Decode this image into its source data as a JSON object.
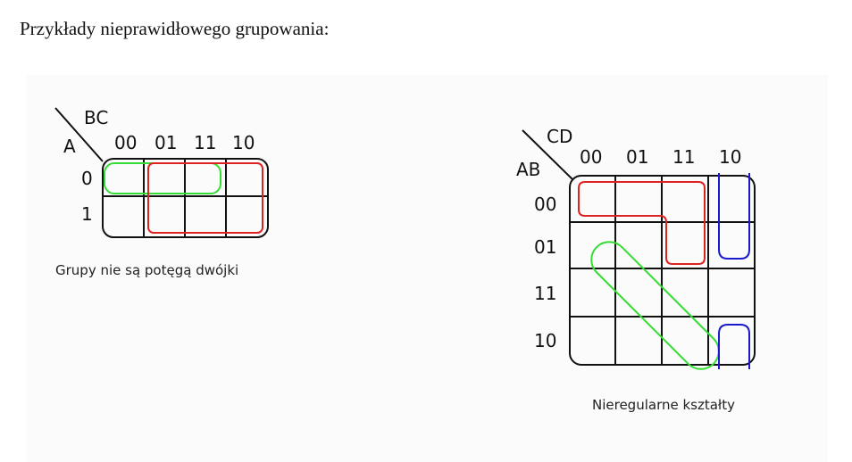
{
  "heading": "Przykłady nieprawidłowego grupowania:",
  "map1": {
    "row_var": "A",
    "col_var": "BC",
    "col_labels": [
      "00",
      "01",
      "11",
      "10"
    ],
    "row_labels": [
      "0",
      "1"
    ],
    "caption": "Grupy nie są potęgą dwójki",
    "green_color": "#33dd33",
    "red_color": "#dd2222"
  },
  "map2": {
    "row_var": "AB",
    "col_var": "CD",
    "col_labels": [
      "00",
      "01",
      "11",
      "10"
    ],
    "row_labels": [
      "00",
      "01",
      "11",
      "10"
    ],
    "caption": "Nieregularne kształty",
    "green_color": "#33dd33",
    "red_color": "#dd2222",
    "blue_color": "#1a1acc"
  }
}
